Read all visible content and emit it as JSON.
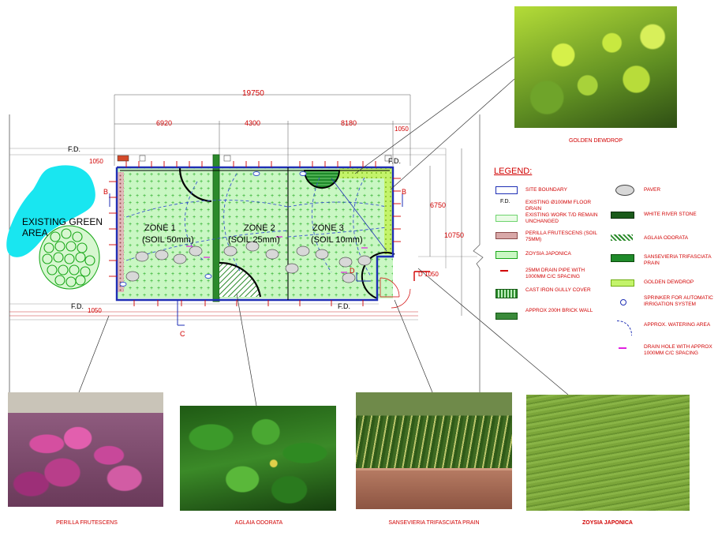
{
  "dimensions": {
    "overall_width": "19750",
    "seg1": "6920",
    "seg2": "4300",
    "seg3": "8180",
    "right_seg": "1050",
    "left_offset": "1050",
    "height_right": "6750",
    "height_total": "10750",
    "bottom_left": "1050",
    "d_height": "D 1050"
  },
  "plan": {
    "existing_green_area": "EXISTING GREEN AREA",
    "zones": [
      {
        "name": "ZONE 1",
        "soil": "(SOIL 50mm)"
      },
      {
        "name": "ZONE 2",
        "soil": "(SOIL 25mm)"
      },
      {
        "name": "ZONE 3",
        "soil": "(SOIL 10mm)"
      }
    ],
    "fd_label": "F.D.",
    "section_b": "B",
    "section_c": "C",
    "section_d": "D"
  },
  "legend": {
    "title": "LEGEND:",
    "items_left": [
      "SITE BOUNDARY",
      "EXISTING Ø100mm FLOOR DRAIN",
      "EXISTING WORK T/D REMAIN UNCHANGED",
      "PERILLA FRUTESCENS (SOIL 75MM)",
      "ZOYSIA JAPONICA",
      "25mm DRAIN PIPE WITH 1000mm C/C SPACING",
      "CAST IRON GULLY COVER",
      "APPROX 200H BRICK WALL"
    ],
    "fd_symbol": "F.D.",
    "items_right": [
      "PAVER",
      "WHITE RIVER STONE",
      "AGLAIA ODORATA",
      "SANSEVIERIA TRIFASCIATA PRAIN",
      "GOLDEN DEWDROP",
      "SPRINKER FOR AUTOMATIC IRRIGATION SYSTEM",
      "APPROX. WATERING AREA",
      "DRAIN HOLE WITH APPROX 1000mm C/C SPACING"
    ]
  },
  "photos": {
    "golden_dewdrop": "GOLDEN DEWDROP",
    "perilla": "PERILLA FRUTESCENS",
    "aglaia": "AGLAIA ODORATA",
    "sansevieria": "SANSEVIERIA TRIFASCIATA PRAIN",
    "zoysia": "ZOYSIA  JAPONICA"
  },
  "colors": {
    "red": "#d10000",
    "blue_boundary": "#1f2fb5",
    "grass": "#c8f5c0",
    "existing_green": "#19e6f0",
    "golden": "#b8f25a"
  }
}
